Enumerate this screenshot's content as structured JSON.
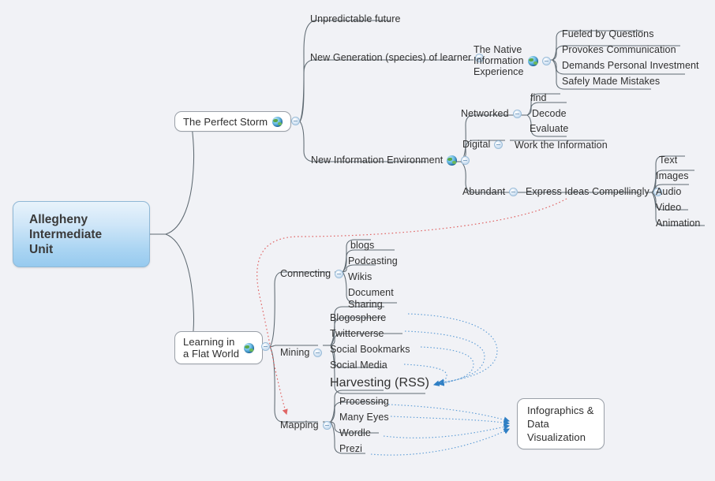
{
  "title": "Allegheny Intermediate Unit Mind Map",
  "colors": {
    "background": "#f1f2f6",
    "root_fill": "#a9d4f2",
    "root_border": "#8fb8d6",
    "branch_line": "#5f6a72",
    "relation_red": "#e06666",
    "relation_blue": "#5b9bd5",
    "text": "#2e2e2e"
  },
  "root": {
    "label": "Allegheny\nIntermediate\nUnit"
  },
  "branches": [
    {
      "id": "perfect-storm",
      "label": "The Perfect Storm",
      "has_globe": true,
      "has_collapse": true,
      "children": [
        {
          "label": "Unpredictable future",
          "has_collapse": false,
          "children": []
        },
        {
          "label": "New Generation (species) of learner",
          "has_collapse": true,
          "children": [
            {
              "label": "The Native\nInformation\nExperience",
              "has_globe": true,
              "has_collapse": true,
              "children": [
                {
                  "label": "Fueled by Questions"
                },
                {
                  "label": "Provokes Communication"
                },
                {
                  "label": "Demands Personal Investment"
                },
                {
                  "label": "Safely Made Mistakes"
                }
              ]
            }
          ]
        },
        {
          "label": "New Information Environment",
          "has_globe": true,
          "has_collapse": true,
          "children": [
            {
              "label": "Networked",
              "has_collapse": true,
              "children": [
                {
                  "label": "find"
                },
                {
                  "label": "Decode"
                },
                {
                  "label": "Evaluate"
                }
              ]
            },
            {
              "label": "Digital",
              "has_collapse": true,
              "children": [
                {
                  "label": "Work the Information"
                }
              ]
            },
            {
              "label": "Abundant",
              "has_collapse": true,
              "children": [
                {
                  "label": "Express Ideas Compellingly",
                  "has_collapse": true,
                  "children": [
                    {
                      "label": "Text"
                    },
                    {
                      "label": "Images"
                    },
                    {
                      "label": "Audio"
                    },
                    {
                      "label": "Video"
                    },
                    {
                      "label": "Animation"
                    }
                  ]
                }
              ]
            }
          ]
        }
      ]
    },
    {
      "id": "flat-world",
      "label": "Learning in\na Flat World",
      "has_globe": true,
      "has_collapse": true,
      "children": [
        {
          "label": "Connecting",
          "has_collapse": true,
          "children": [
            {
              "label": "blogs"
            },
            {
              "label": "Podcasting"
            },
            {
              "label": "Wikis"
            },
            {
              "label": "Document\nSharing"
            }
          ]
        },
        {
          "label": "Mining",
          "has_collapse": true,
          "children": [
            {
              "label": "Blogosphere"
            },
            {
              "label": "Twitterverse"
            },
            {
              "label": "Social Bookmarks"
            },
            {
              "label": "Social Media"
            },
            {
              "label": "Harvesting (RSS)",
              "big": true
            }
          ]
        },
        {
          "label": "Mapping",
          "has_collapse": true,
          "children": [
            {
              "label": "Processing"
            },
            {
              "label": "Many Eyes"
            },
            {
              "label": "Wordle"
            },
            {
              "label": "Prezi"
            }
          ]
        }
      ]
    }
  ],
  "floating_nodes": [
    {
      "id": "infographics",
      "label": "Infographics &\nData\nVisualization"
    }
  ],
  "relationships": [
    {
      "id": "express-to-mapping",
      "from": "Express Ideas Compellingly",
      "to": "Mapping",
      "style": "dotted",
      "color": "#e06666"
    },
    {
      "id": "mining-to-harvesting",
      "from": "Blogosphere, Twitterverse, Social Bookmarks, Social Media",
      "to": "Harvesting (RSS)",
      "style": "dotted",
      "color": "#5b9bd5"
    },
    {
      "id": "mapping-to-infographics",
      "from": "Processing, Many Eyes, Wordle, Prezi",
      "to": "Infographics & Data Visualization",
      "style": "dotted",
      "color": "#5b9bd5"
    }
  ],
  "labels": {
    "n_unpredictable": "Unpredictable future",
    "n_newgen": "New Generation (species) of learner",
    "n_native": "The Native\nInformation\nExperience",
    "n_fueled": "Fueled by Questions",
    "n_provokes": "Provokes Communication",
    "n_demands": "Demands Personal Investment",
    "n_safely": "Safely Made Mistakes",
    "n_newinfo": "New Information Environment",
    "n_networked": "Networked",
    "n_find": "find",
    "n_decode": "Decode",
    "n_evaluate": "Evaluate",
    "n_digital": "Digital",
    "n_work": "Work the Information",
    "n_abundant": "Abundant",
    "n_express": "Express Ideas Compellingly",
    "n_text": "Text",
    "n_images": "Images",
    "n_audio": "Audio",
    "n_video": "Video",
    "n_animation": "Animation",
    "n_perfectstorm": "The Perfect Storm",
    "n_flatworld": "Learning in\na Flat World",
    "n_connecting": "Connecting",
    "n_blogs": "blogs",
    "n_podcasting": "Podcasting",
    "n_wikis": "Wikis",
    "n_docsharing": "Document\nSharing",
    "n_mining": "Mining",
    "n_blogosphere": "Blogosphere",
    "n_twitterverse": "Twitterverse",
    "n_socialbookmarks": "Social Bookmarks",
    "n_socialmedia": "Social Media",
    "n_harvesting": "Harvesting (RSS)",
    "n_mapping": "Mapping",
    "n_processing": "Processing",
    "n_manyeyes": "Many Eyes",
    "n_wordle": "Wordle",
    "n_prezi": "Prezi",
    "n_infographics": "Infographics &\nData\nVisualization"
  }
}
